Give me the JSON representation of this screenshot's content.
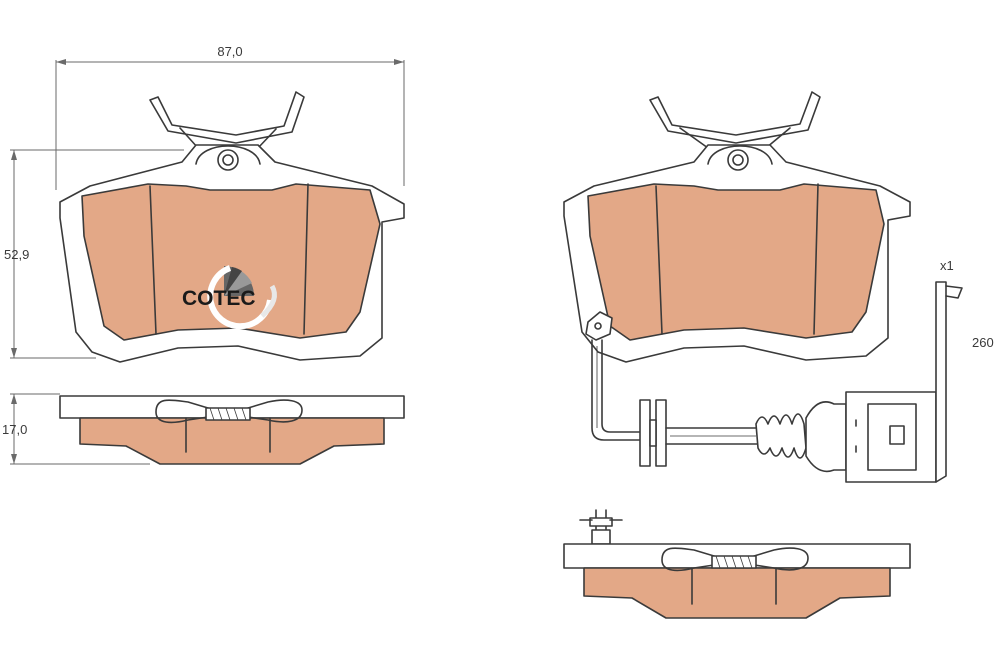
{
  "dimensions": {
    "width_label": "87,0",
    "height_label": "52,9",
    "thickness_label": "17,0"
  },
  "logo": {
    "text": "COTEC"
  },
  "wear_sensor": {
    "quantity_label": "x1",
    "length_label": "260"
  },
  "colors": {
    "friction_material": "#e3a887",
    "outline": "#3a3a3a",
    "background": "#ffffff"
  }
}
